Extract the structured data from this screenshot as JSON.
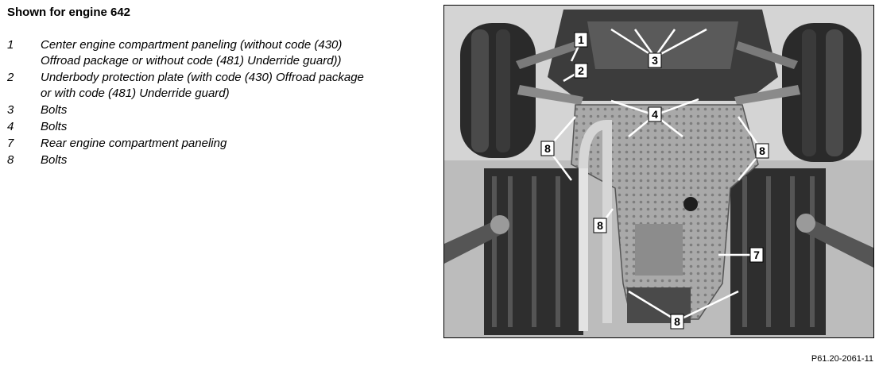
{
  "title": "Shown for engine 642",
  "legend": [
    {
      "num": "1",
      "text": "Center engine compartment paneling (without code (430)\nOffroad package or without code (481) Underride guard))"
    },
    {
      "num": "2",
      "text": "Underbody protection plate (with code (430) Offroad package\nor with code (481) Underride guard)"
    },
    {
      "num": "3",
      "text": "Bolts"
    },
    {
      "num": "4",
      "text": "Bolts"
    },
    {
      "num": "7",
      "text": "Rear engine compartment paneling"
    },
    {
      "num": "8",
      "text": "Bolts"
    }
  ],
  "callouts": {
    "c1": "1",
    "c2": "2",
    "c3": "3",
    "c4": "4",
    "c7": "7",
    "c8a": "8",
    "c8b": "8",
    "c8c": "8",
    "c8d": "8"
  },
  "figure_ref": "P61.20-2061-11"
}
